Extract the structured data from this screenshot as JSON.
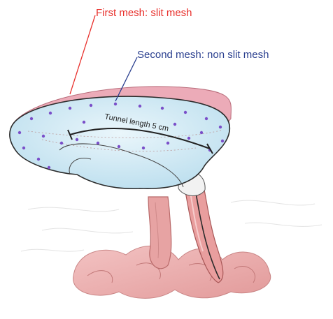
{
  "labels": {
    "first_mesh": "First mesh: slit mesh",
    "second_mesh": "Second mesh: non slit mesh",
    "tunnel_length": "Tunnel length 5 cm"
  },
  "colors": {
    "first_mesh_label": "#e8302c",
    "second_mesh_label": "#2a3f8f",
    "mesh_fill": "#d6ecf5",
    "slit_mesh_rim": "#eaa8b4",
    "tack_dots": "#7a4fc9",
    "bowel": "#e9a2a2",
    "bowel_dark": "#c96b6b",
    "outline": "#2b2b2b"
  },
  "icons": {
    "tack": "purple-dot"
  }
}
